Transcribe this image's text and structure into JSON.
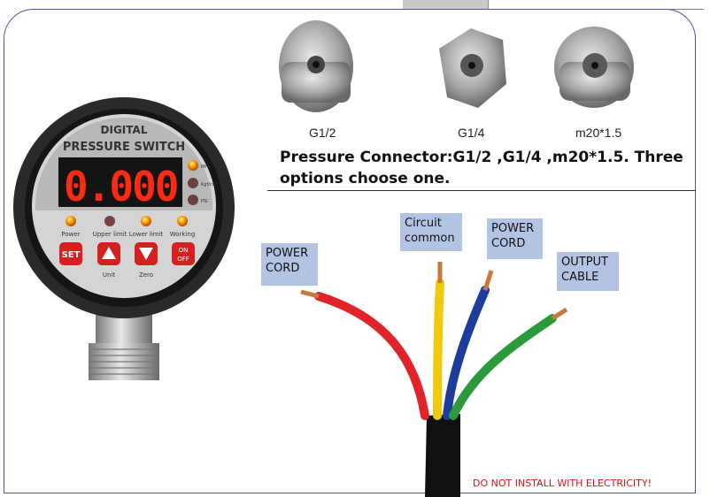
{
  "connectors": [
    {
      "label": "G1/2"
    },
    {
      "label": "G1/4"
    },
    {
      "label": "m20*1.5"
    }
  ],
  "connector_description": "Pressure Connector:G1/2 ,G1/4 ,m20*1.5. Three options choose one.",
  "device": {
    "title_line1": "DIGITAL",
    "title_line2": "PRESSURE SWITCH",
    "display_value": "0.000",
    "units": [
      "MPa",
      "Kgf/cm²",
      "PSI"
    ],
    "indicators": [
      "Power",
      "Upper limit",
      "Lower limit",
      "Working"
    ],
    "buttons": {
      "set": "SET",
      "on": "ON",
      "off": "OFF",
      "unit": "Unit",
      "zero": "Zero"
    }
  },
  "wire_labels": {
    "power_cord_left": "POWER\nCORD",
    "circuit_common": "Circuit\ncommon",
    "power_cord_right": "POWER\nCORD",
    "output_cable": "OUTPUT\nCABLE"
  },
  "warning": "DO NOT INSTALL WITH ELECTRICITY!",
  "colors": {
    "frame": "#4a5a8a",
    "label_bg": "#b3c3e3",
    "warning": "#e01010",
    "led_red": "#ff3a1e",
    "wire_red": "#e0242a",
    "wire_yellow": "#f2c80a",
    "wire_blue": "#1d3d9c",
    "wire_green": "#2a9a3a"
  }
}
